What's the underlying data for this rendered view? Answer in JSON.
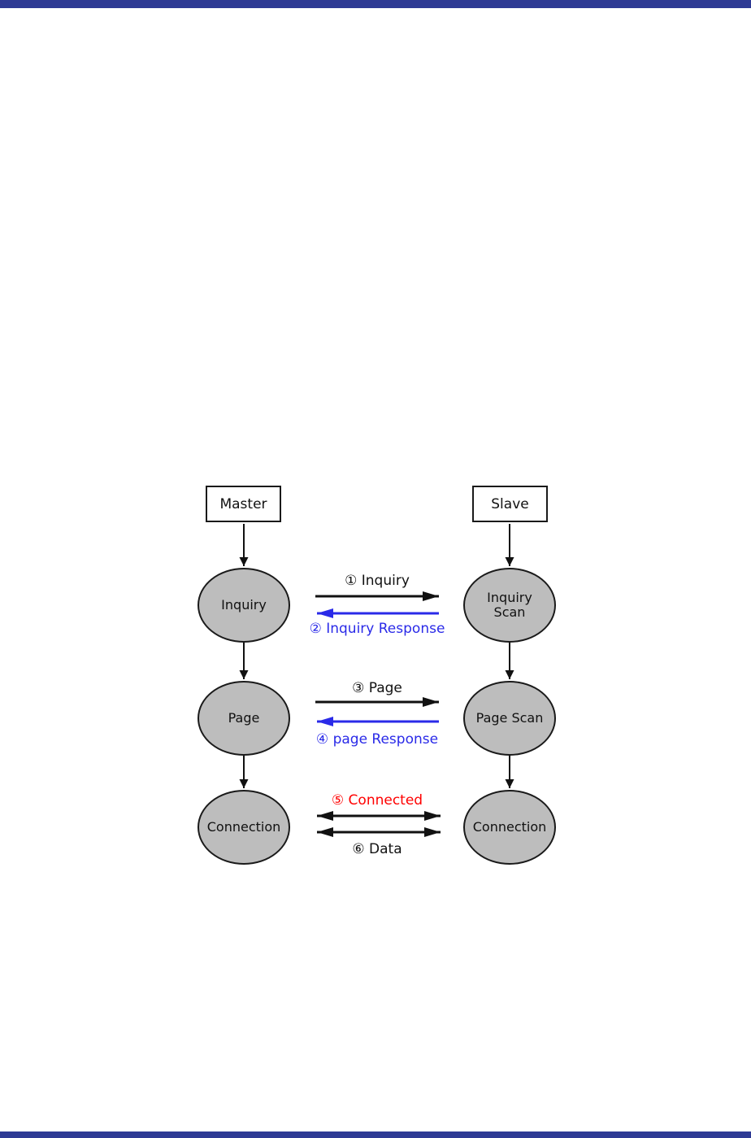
{
  "colors": {
    "page_bar": "#2e3a94",
    "node_fill": "#bdbdbd",
    "node_border": "#1a1a1a",
    "arrow_black": "#111111",
    "arrow_blue": "#2a2ae8",
    "label_red": "#ff0000"
  },
  "actors": {
    "master": "Master",
    "slave": "Slave"
  },
  "nodes": {
    "inquiry": "Inquiry",
    "inquiry_scan_line1": "Inquiry",
    "inquiry_scan_line2": "Scan",
    "page": "Page",
    "page_scan": "Page Scan",
    "connection_master": "Connection",
    "connection_slave": "Connection"
  },
  "messages": {
    "msg1": "① Inquiry",
    "msg2": "② Inquiry Response",
    "msg3": "③ Page",
    "msg4": "④ page Response",
    "msg5": "⑤ Connected",
    "msg6": "⑥ Data"
  }
}
